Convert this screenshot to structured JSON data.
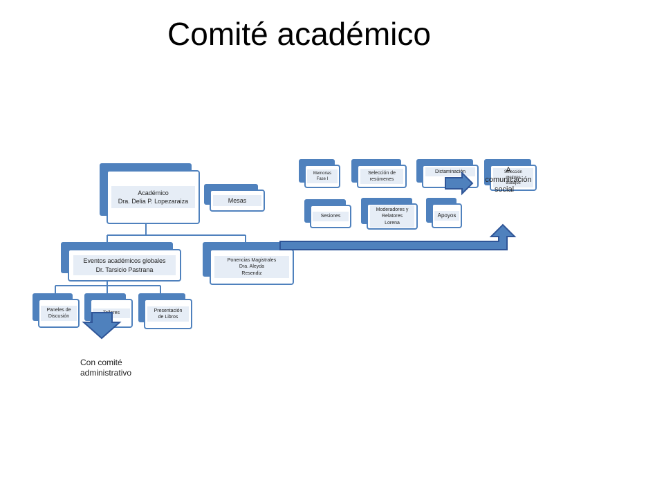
{
  "title": "Comité académico",
  "tree": {
    "root": {
      "name": "Académico",
      "person": "Dra. Delia P. Lopezaraiza"
    },
    "mesas": "Mesas",
    "eventos": {
      "name": "Eventos académicos globales",
      "person": "Dr. Tarsicio Pastrana"
    },
    "ponencias": {
      "line1": "Ponencias Magistrales",
      "line2": "Dra. Aleyda",
      "line3": "Resendiz"
    },
    "paneles": {
      "line1": "Paneles de",
      "line2": "Discusión"
    },
    "talleres": "Talleres",
    "presentacion": {
      "line1": "Presentación",
      "line2": "de Libros"
    }
  },
  "process": {
    "memorias": {
      "line1": "Memorias",
      "line2": "Fase I"
    },
    "seleccion_resumenes": {
      "line1": "Selección de",
      "line2": "resúmenes"
    },
    "dictaminacion": "Dictaminación",
    "seleccion_mejores": {
      "line1": "Selección",
      "line2": "mejores",
      "line3": "trabajos"
    },
    "sesiones": "Sesiones",
    "moderadores": {
      "line1": "Moderadores y",
      "line2": "Relatores",
      "line3": "Lorena"
    },
    "apoyos": "Apoyos"
  },
  "notes": {
    "comunicacion": {
      "line1": "A",
      "line2": "comunicación",
      "line3": "social"
    },
    "comite_admin": {
      "line1": "Con comité",
      "line2": "administrativo"
    }
  },
  "colors": {
    "accent": "#4f81bd",
    "band": "#e6edf6",
    "arrow_fill": "#4f81bd",
    "arrow_stroke": "#2f5597"
  }
}
